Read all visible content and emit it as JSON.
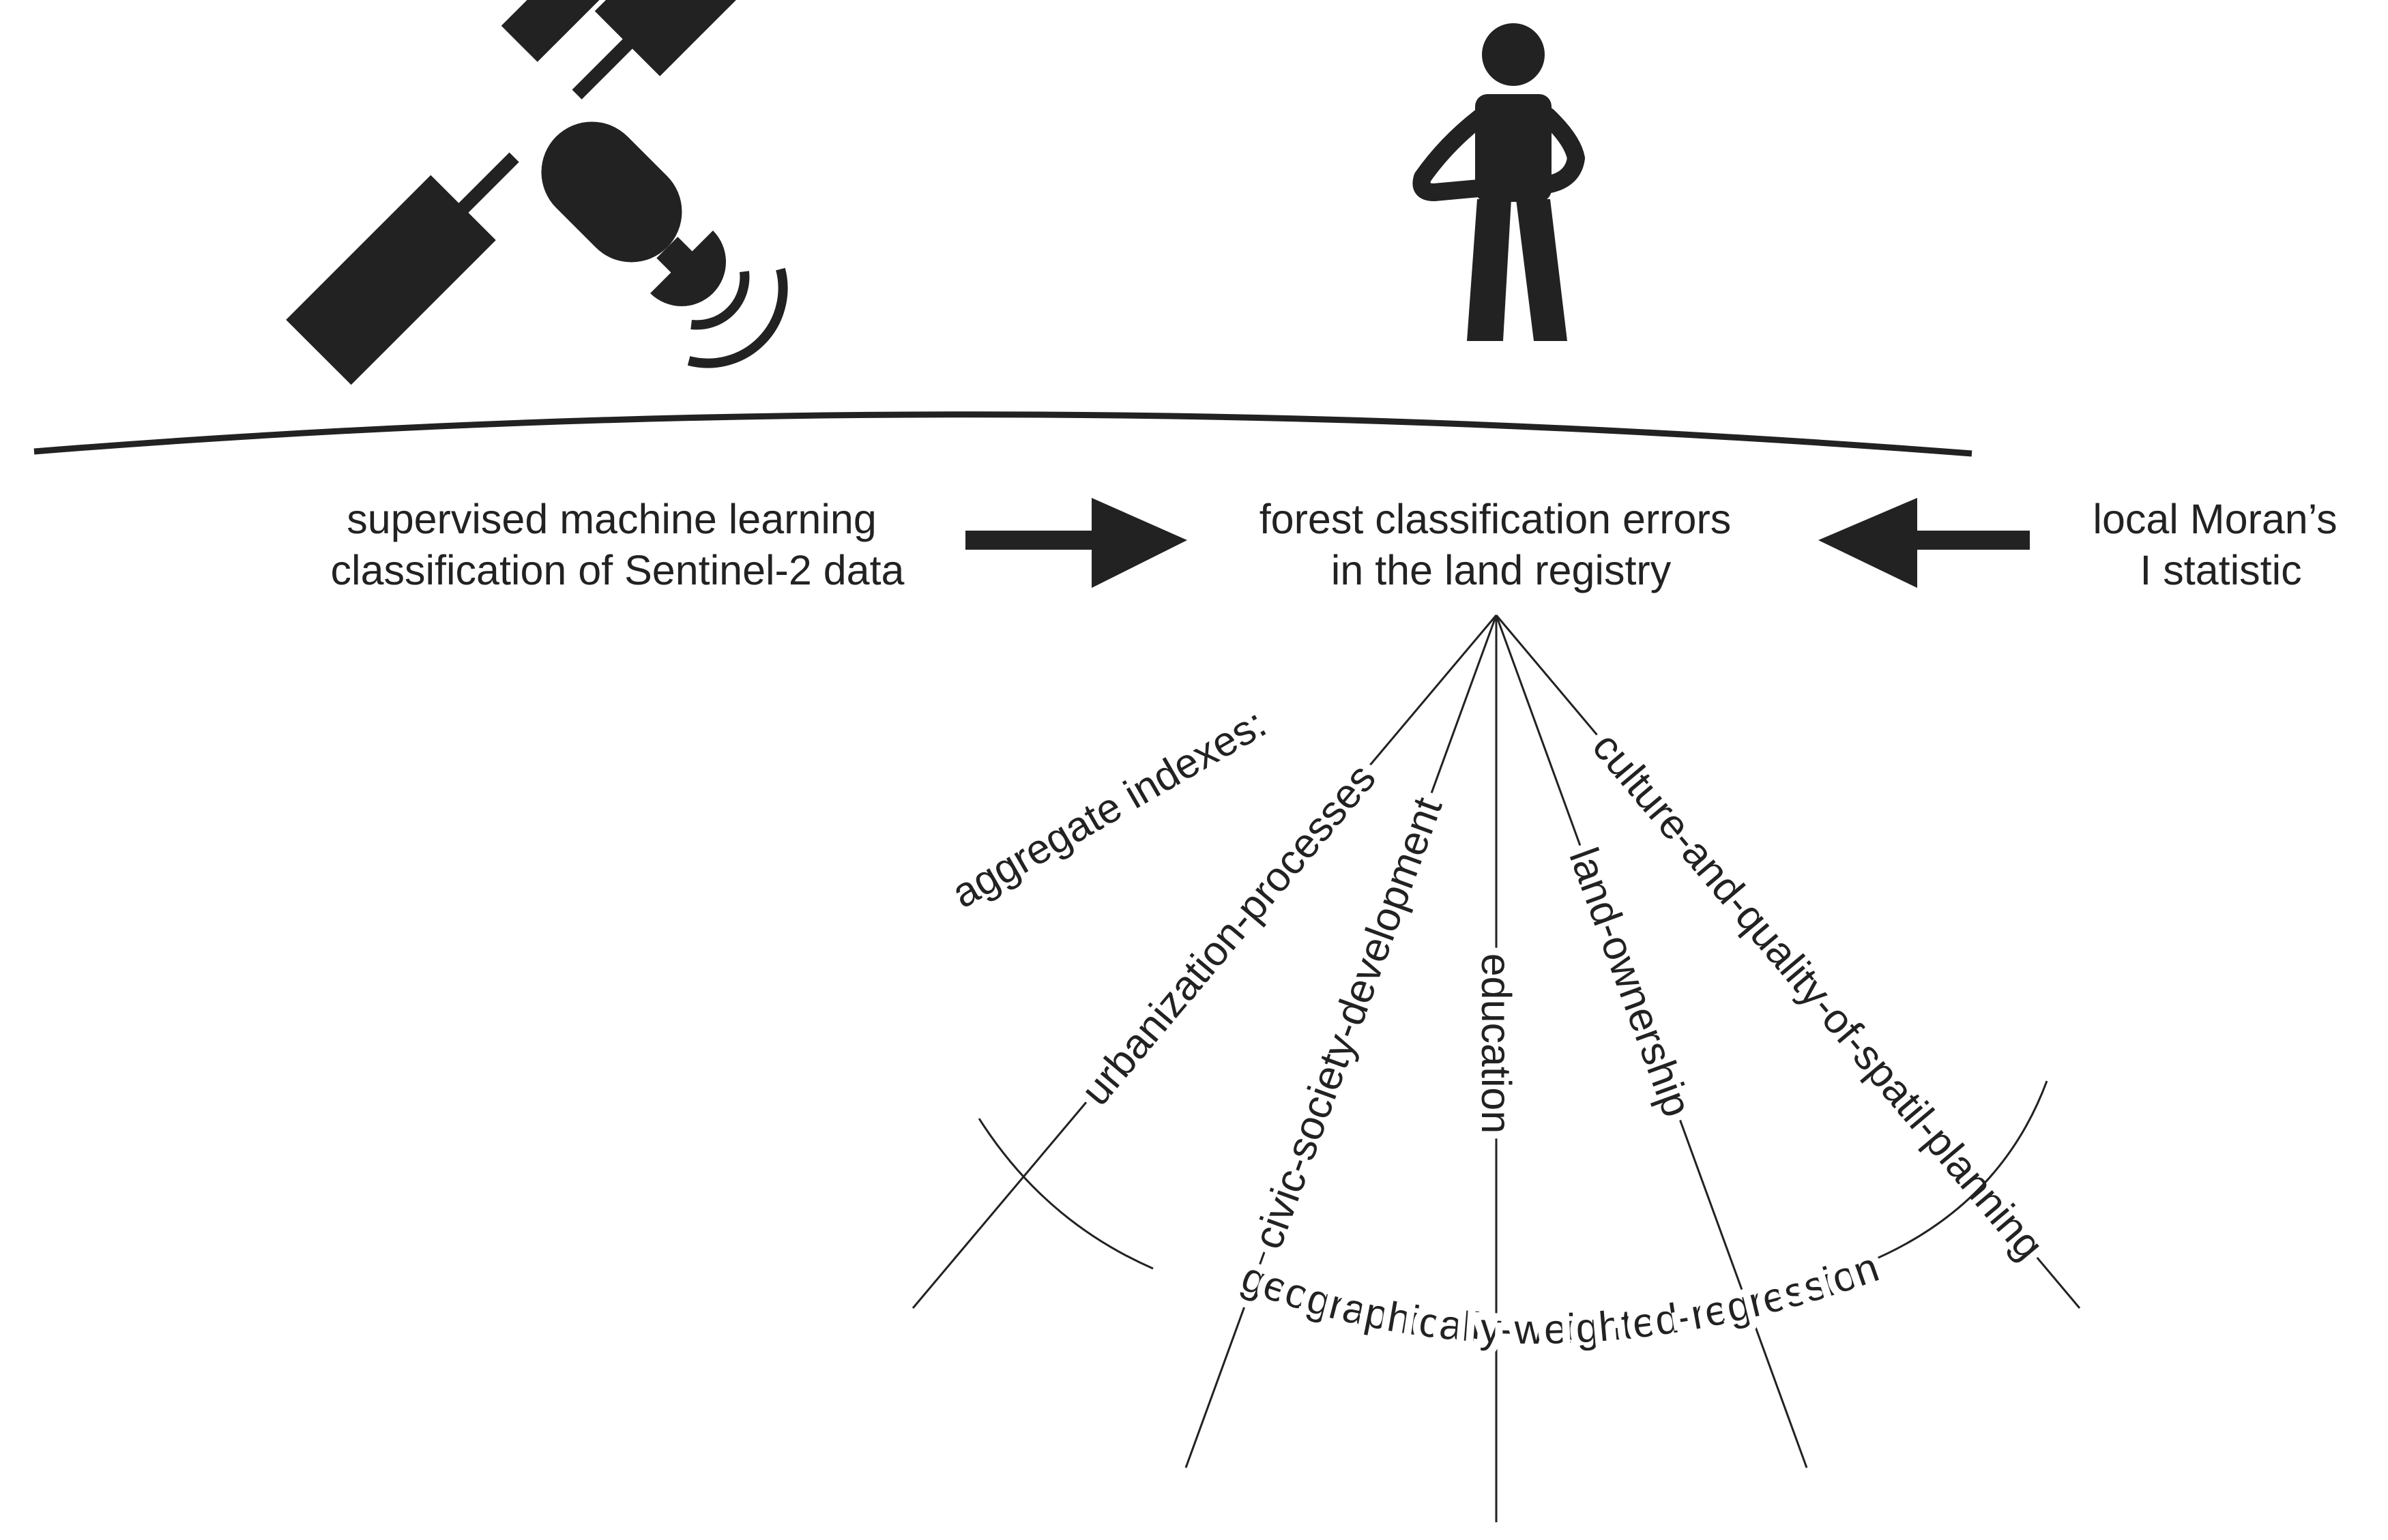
{
  "left_input": {
    "line1": "supervised machine learning",
    "line2": "classification of Sentinel-2 data"
  },
  "center_target": {
    "line1": "forest classification errors",
    "line2": "in the land registry"
  },
  "right_input": {
    "line1": "local Moran’s",
    "line2": "I statistic"
  },
  "indexes_heading": "aggregate indexes:",
  "indexes": [
    "urbanization-processes",
    "civic-society-development",
    "education",
    "land-ownership",
    "culture-and-quality-of-spatil-planning"
  ],
  "method_label": "geographically-weighted-regression",
  "icons": [
    "satellite-icon",
    "person-icon"
  ],
  "colors": {
    "ink": "#222222",
    "background": "#ffffff"
  }
}
